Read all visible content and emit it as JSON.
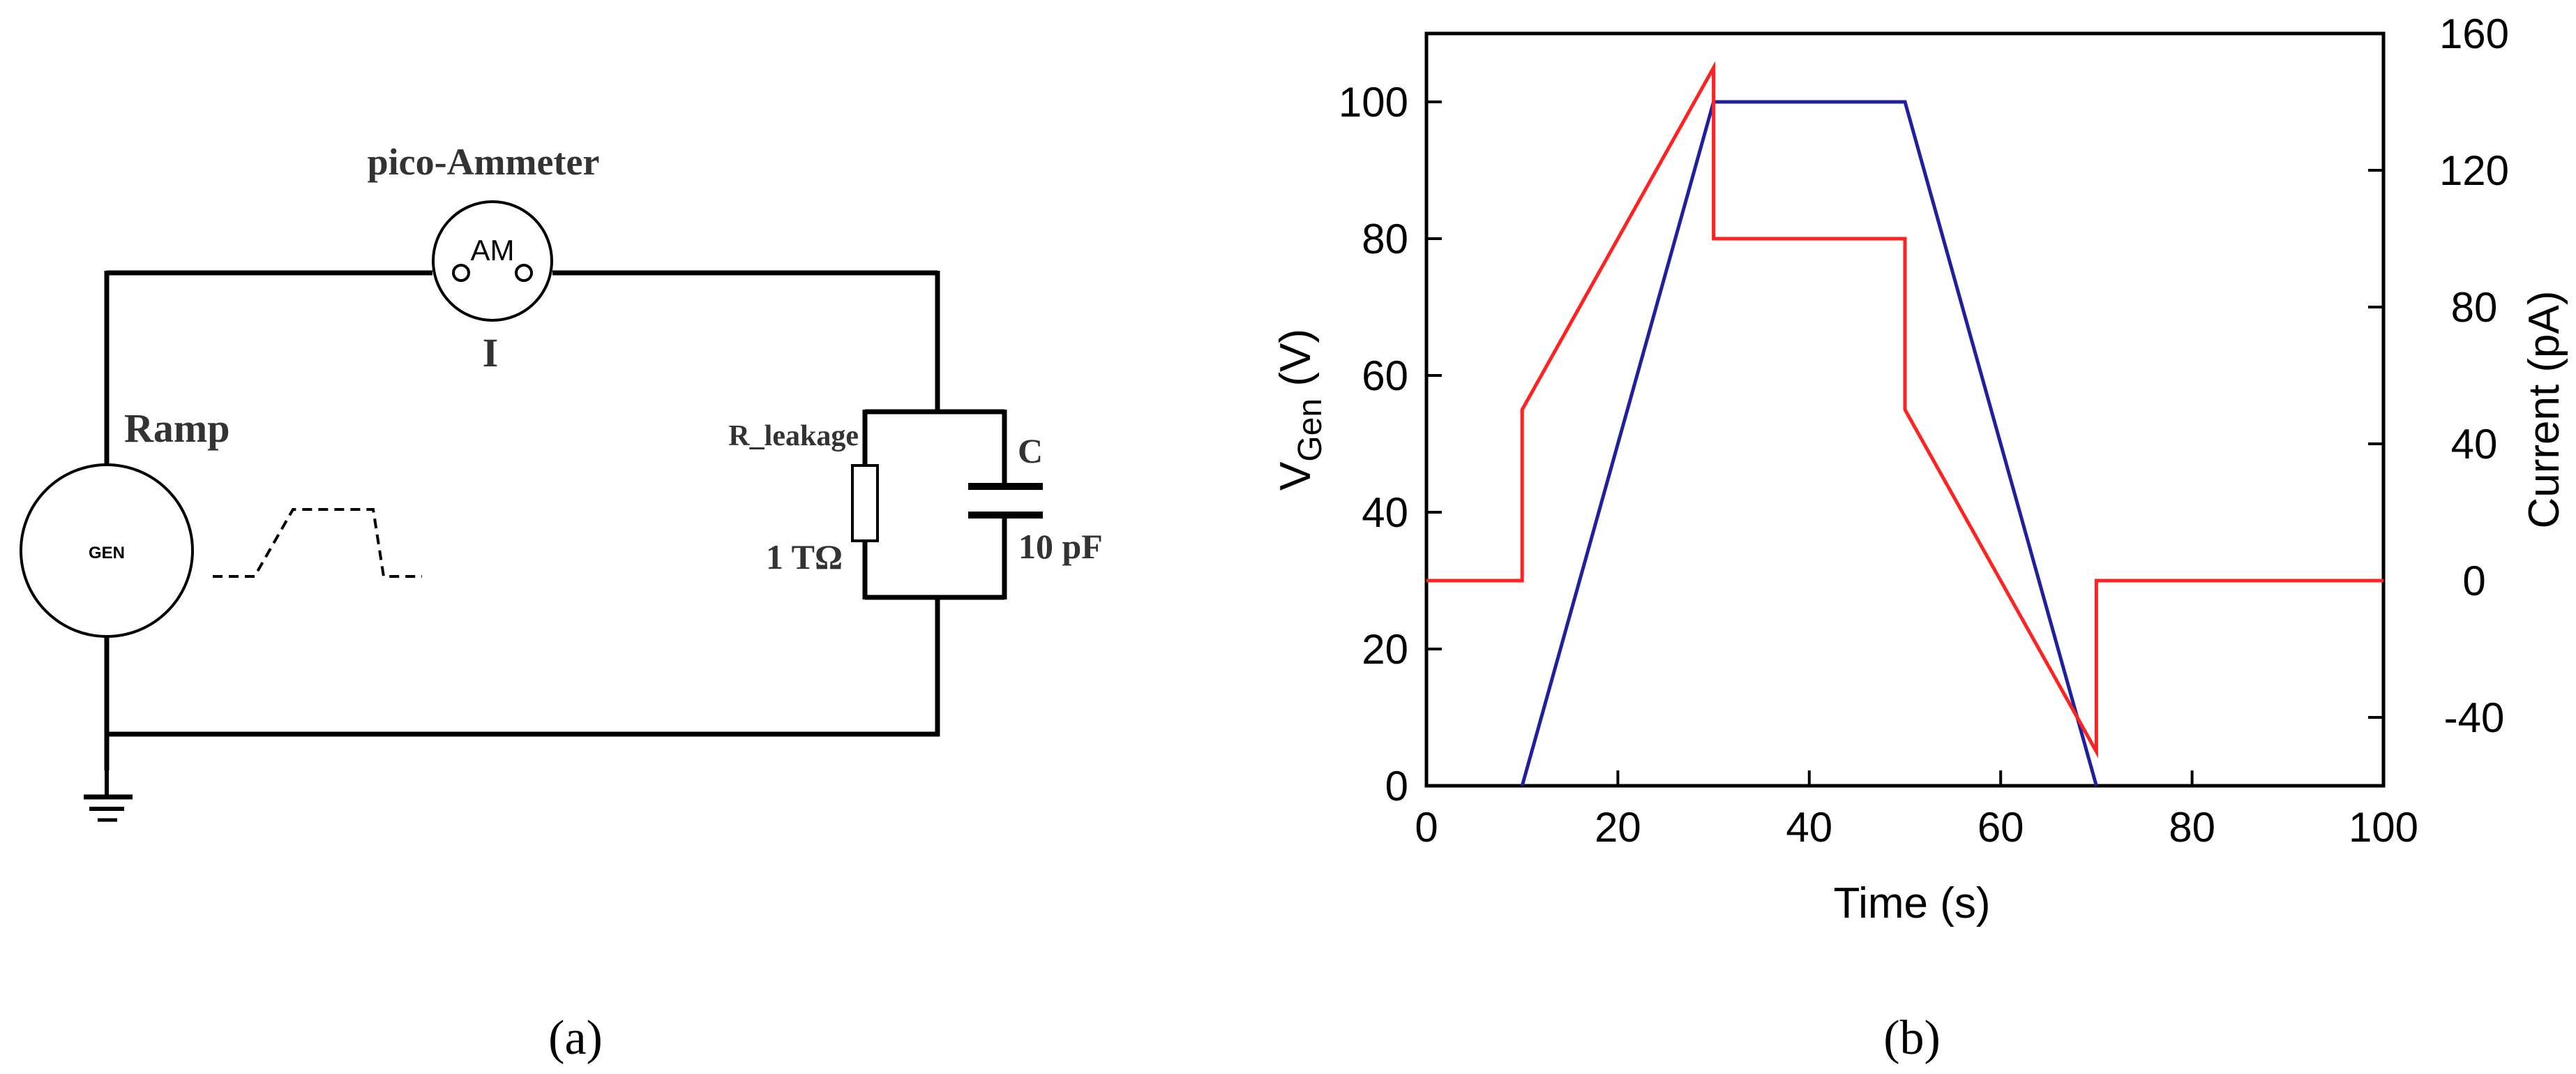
{
  "panel_a": {
    "caption": "(a)",
    "ammeter_title": "pico-Ammeter",
    "ammeter_symbol": "AM",
    "current_label": "I",
    "source_title": "Ramp",
    "source_symbol": "GEN",
    "resistor_label": "R_leakage",
    "resistor_value": "1 TΩ",
    "capacitor_label": "C",
    "capacitor_value": "10 pF"
  },
  "panel_b": {
    "caption": "(b)"
  },
  "chart_data": {
    "type": "line",
    "xlabel": "Time (s)",
    "ylabel_main": "V",
    "ylabel_sub": "Gen",
    "ylabel_unit": " (V)",
    "y2label": "Current (pA)",
    "xlim": [
      0,
      100
    ],
    "ylim": [
      0,
      110
    ],
    "y2lim": [
      -60,
      160
    ],
    "xticks": [
      0,
      20,
      40,
      60,
      80,
      100
    ],
    "yticks": [
      0,
      20,
      40,
      60,
      80,
      100
    ],
    "y2ticks": [
      -40,
      0,
      40,
      80,
      120,
      160
    ],
    "grid": false,
    "series": [
      {
        "axis": "left",
        "color": "#1f1fa0",
        "x": [
          10,
          30,
          50,
          70
        ],
        "y": [
          0,
          100,
          100,
          0
        ]
      },
      {
        "axis": "right",
        "color": "#ff2222",
        "x": [
          0,
          10,
          10,
          30,
          30,
          50,
          50,
          70,
          70,
          100
        ],
        "y": [
          0,
          0,
          50,
          150,
          100,
          100,
          50,
          -50,
          0,
          0
        ]
      }
    ]
  }
}
